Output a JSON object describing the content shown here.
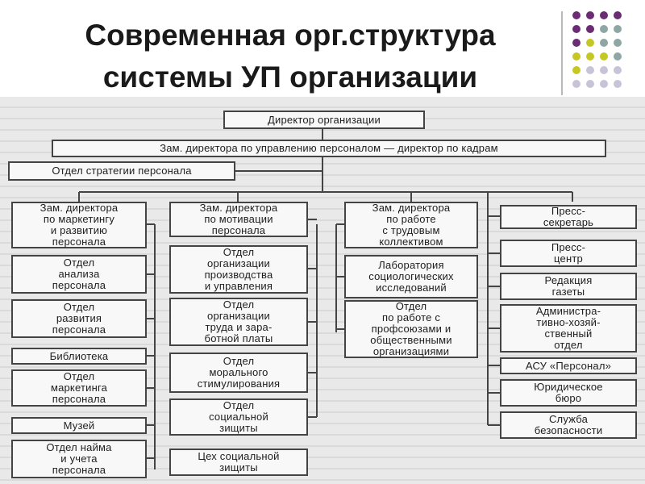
{
  "slide": {
    "title_line1": "Современная орг.структура",
    "title_line2": "системы УП организации",
    "accent_colors": [
      "#6b2c74",
      "#8fa7a4",
      "#c4c724",
      "#c9c3d8"
    ]
  },
  "org": {
    "director": "Директор организации",
    "deputy_hr": "Зам. директора по управлению персоналом — директор по кадрам",
    "strategy": "Отдел стратегии персонала",
    "col1": {
      "head": "Зам. директора\nпо маркетингу\nи развитию\nперсонала",
      "items": [
        "Отдел\nанализа\nперсонала",
        "Отдел\nразвития\nперсонала",
        "Библиотека",
        "Отдел\nмаркетинга\nперсонала",
        "Музей",
        "Отдел найма\nи учета\nперсонала"
      ]
    },
    "col2": {
      "head": "Зам. директора\nпо мотивации\nперсонала",
      "items": [
        "Отдел\nорганизации\nпроизводства\nи управления",
        "Отдел\nорганизации\nтруда и зара-\nботной платы",
        "Отдел\nморального\nстимулирования",
        "Отдел\nсоциальной\nзищиты",
        "Цех социальной\nзищиты"
      ]
    },
    "col3": {
      "head": "Зам. директора\nпо работе\nс трудовым\nколлективом",
      "items": [
        "Лаборатория\nсоциологических\nисследований",
        "Отдел\nпо работе с\nпрофсоюзами и\nобщественными\nорганизациями"
      ]
    },
    "col4": {
      "items": [
        "Пресс-\nсекретарь",
        "Пресс-\nцентр",
        "Редакция\nгазеты",
        "Администра-\nтивно-хозяй-\nственный\nотдел",
        "АСУ «Персонал»",
        "Юридическое\nбюро",
        "Служба\nбезопасности"
      ]
    }
  }
}
